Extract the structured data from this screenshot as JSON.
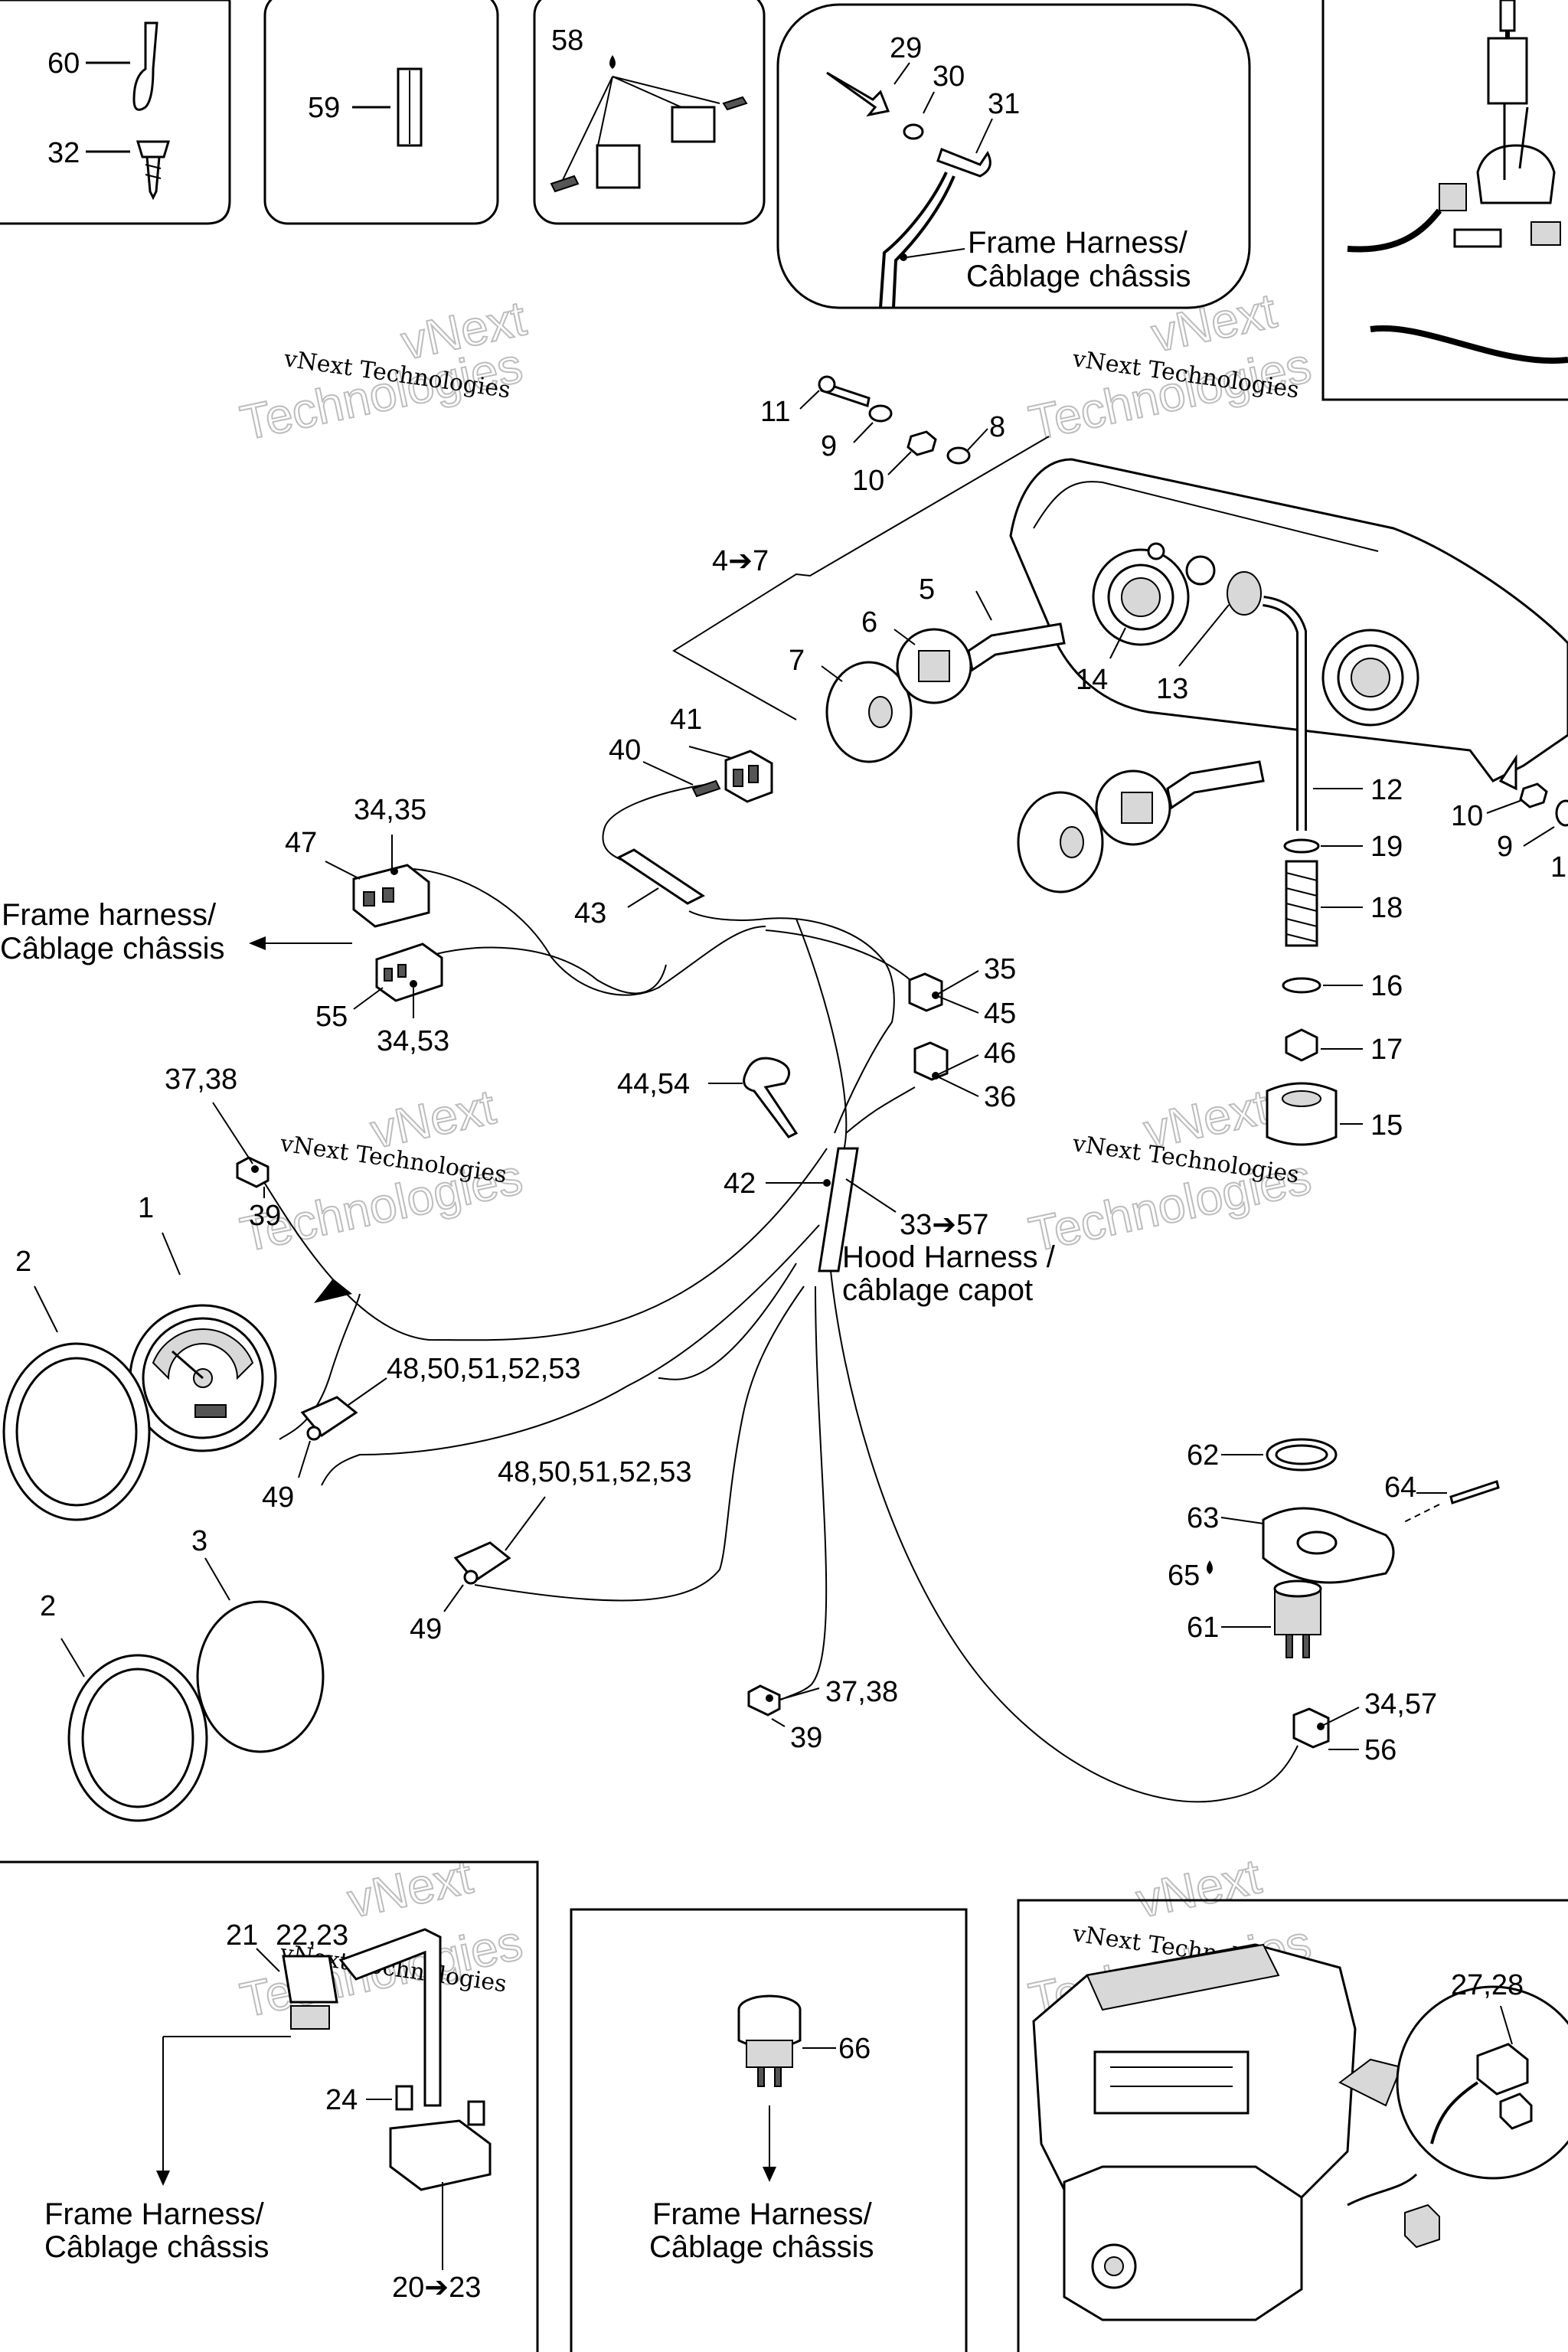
{
  "diagram": {
    "watermark": {
      "brand": "vNext",
      "line1": "vNext Technologies",
      "line2": "Technologies"
    },
    "callouts": {
      "p60": "60",
      "p32": "32",
      "p59": "59",
      "p58": "58",
      "p29": "29",
      "p30": "30",
      "p31": "31",
      "p11": "11",
      "p9a": "9",
      "p10a": "10",
      "p8": "8",
      "p4to7": "4➔7",
      "p5": "5",
      "p6": "6",
      "p7": "7",
      "p14": "14",
      "p13": "13",
      "p12": "12",
      "p19": "19",
      "p18": "18",
      "p16": "16",
      "p17": "17",
      "p15": "15",
      "p10b": "10",
      "p9b": "9",
      "p1r": "1",
      "p41": "41",
      "p40": "40",
      "p43": "43",
      "p47": "47",
      "p3435": "34,35",
      "p55": "55",
      "p3453": "34,53",
      "p35": "35",
      "p45": "45",
      "p46": "46",
      "p36": "36",
      "p4454": "44,54",
      "p42": "42",
      "p33to57": "33➔57",
      "p3738a": "37,38",
      "p39a": "39",
      "p1": "1",
      "p2a": "2",
      "p48a": "48,50,51,52,53",
      "p49a": "49",
      "p48b": "48,50,51,52,53",
      "p49b": "49",
      "p3": "3",
      "p2b": "2",
      "p3738b": "37,38",
      "p39b": "39",
      "p62": "62",
      "p64": "64",
      "p63": "63",
      "p65": "65",
      "p61": "61",
      "p3457": "34,57",
      "p56": "56",
      "p21": "21",
      "p2223": "22,23",
      "p24": "24",
      "p20to23": "20➔23",
      "p66": "66",
      "p2728": "27,28"
    },
    "notes": {
      "frame_harness_top_1": "Frame Harness/",
      "frame_harness_top_2": "Câblage châssis",
      "frame_harness_left_1": "Frame harness/",
      "frame_harness_left_2": "Câblage châssis",
      "hood_harness_1": "Hood Harness /",
      "hood_harness_2": "câblage capot",
      "frame_harness_bl_1": "Frame Harness/",
      "frame_harness_bl_2": "Câblage châssis",
      "frame_harness_bm_1": "Frame Harness/",
      "frame_harness_bm_2": "Câblage châssis"
    }
  }
}
